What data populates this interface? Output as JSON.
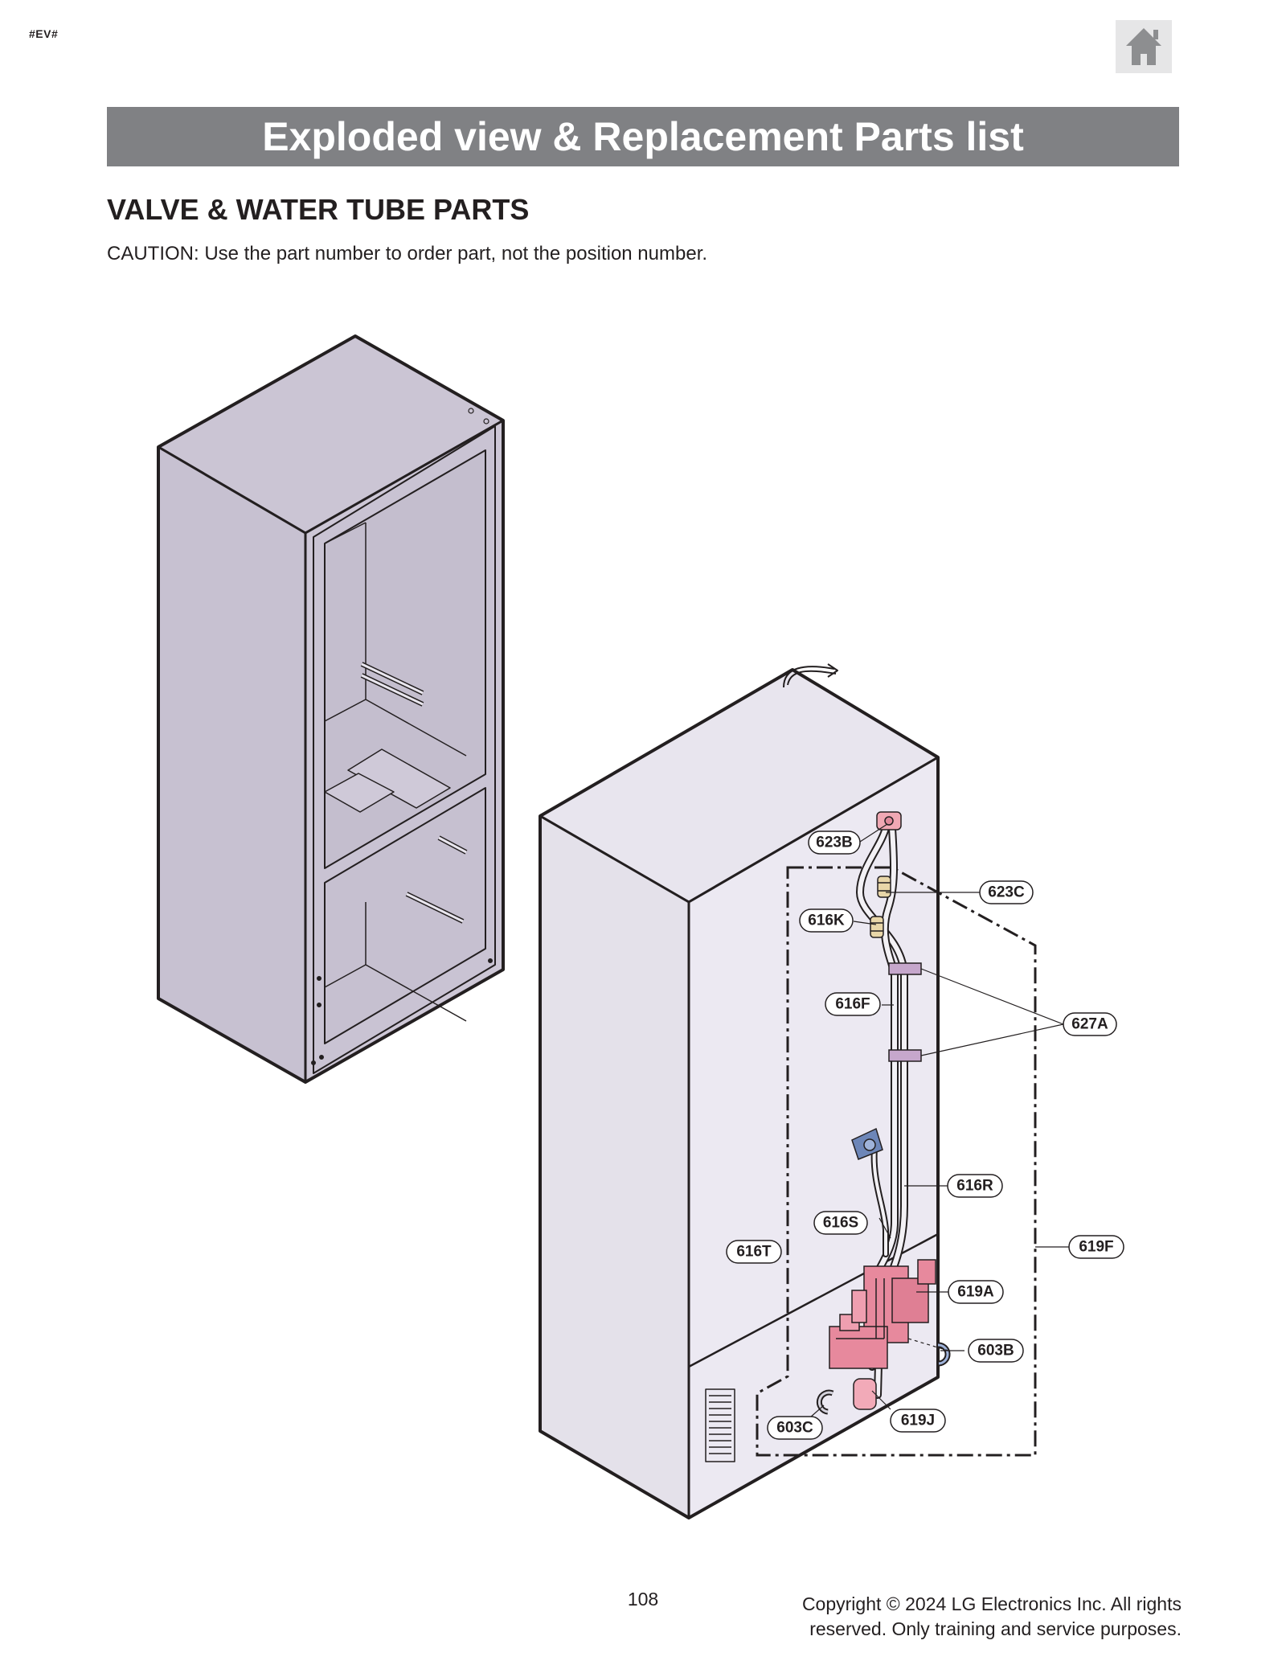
{
  "page": {
    "marker": "#EV#",
    "title": "Exploded view & Replacement Parts list",
    "section_title": "VALVE & WATER TUBE PARTS",
    "caution": "CAUTION: Use the part number to order part, not the position number.",
    "page_number": "108",
    "copyright_line1": "Copyright © 2024 LG Electronics Inc. All rights",
    "copyright_line2": "reserved. Only training and service purposes."
  },
  "icons": {
    "home": "home-icon"
  },
  "colors": {
    "title_bar": "#808184",
    "cabinet_front": "#c9c3d3",
    "cabinet_back": "#eae7f0",
    "valve": "#e7899d",
    "clip": "#c6a7cc"
  },
  "callouts": {
    "c623B": "623B",
    "c623C": "623C",
    "c616K": "616K",
    "c616F": "616F",
    "c627A": "627A",
    "c616R": "616R",
    "c616S": "616S",
    "c616T": "616T",
    "c619F": "619F",
    "c619A": "619A",
    "c603B": "603B",
    "c619J": "619J",
    "c603C": "603C"
  }
}
